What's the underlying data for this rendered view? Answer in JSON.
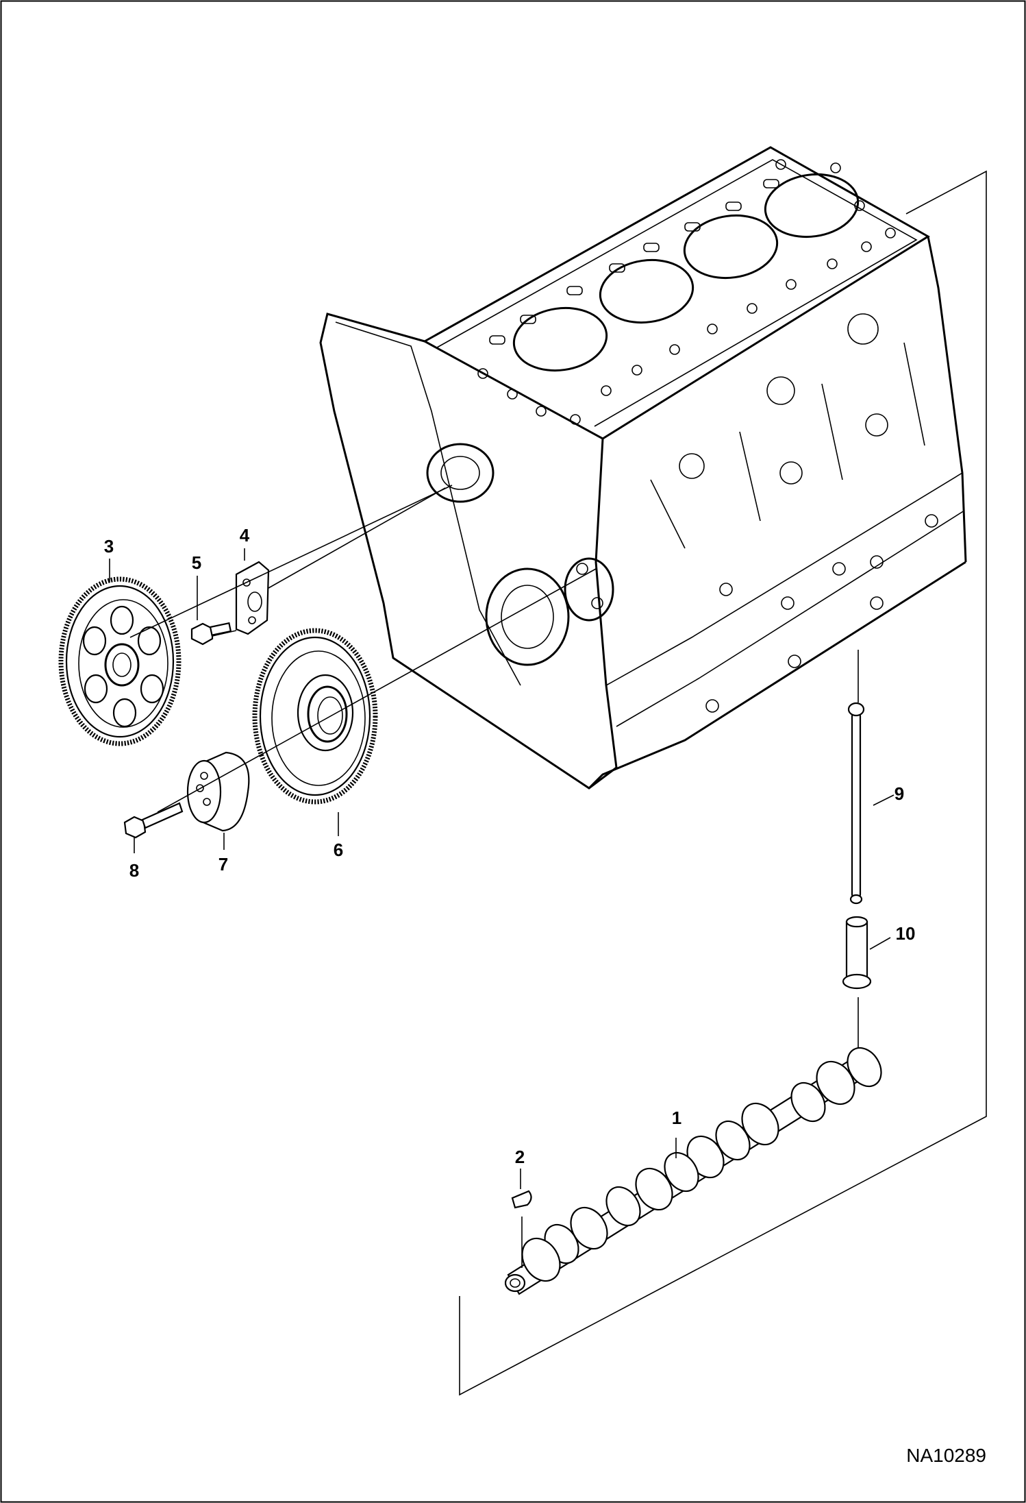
{
  "figure_id": "NA10289",
  "parts": [
    {
      "number": "1",
      "icon": "camshaft-icon"
    },
    {
      "number": "2",
      "icon": "woodruff-key-icon"
    },
    {
      "number": "3",
      "icon": "idler-gear-icon"
    },
    {
      "number": "4",
      "icon": "thrust-plate-icon"
    },
    {
      "number": "5",
      "icon": "bolt-icon"
    },
    {
      "number": "6",
      "icon": "cam-gear-icon"
    },
    {
      "number": "7",
      "icon": "idler-shaft-icon"
    },
    {
      "number": "8",
      "icon": "bolt-icon"
    },
    {
      "number": "9",
      "icon": "push-rod-icon"
    },
    {
      "number": "10",
      "icon": "tappet-icon"
    }
  ]
}
